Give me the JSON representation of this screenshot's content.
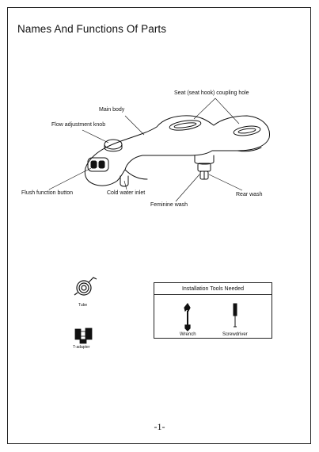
{
  "page": {
    "title": "Names And Functions Of Parts",
    "page_number": "-1-"
  },
  "diagram": {
    "labels": {
      "seat_hook": "Seat (seat hook) coupling hole",
      "main_body": "Main body",
      "flow_knob": "Flow adjustment knob",
      "flush_button": "Flush function button",
      "cold_inlet": "Cold water inlet",
      "feminine_wash": "Feminine wash",
      "rear_wash": "Rear wash"
    }
  },
  "accessories": {
    "tube": "Tube",
    "t_adapter": "T-adapter"
  },
  "tools": {
    "heading": "Installation Tools Needed",
    "wrench": "Wrench",
    "screwdriver": "Screwdriver"
  }
}
